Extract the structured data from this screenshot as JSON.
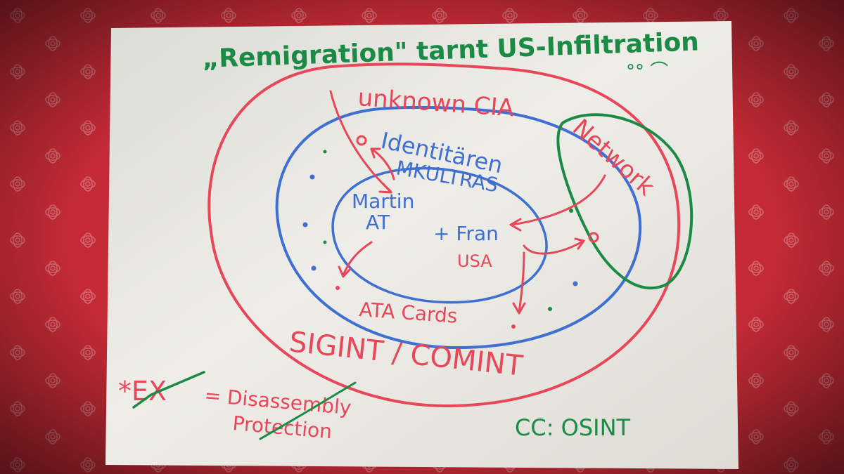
{
  "colors": {
    "tablecloth": "#c42a36",
    "tablecloth_dark": "#8e1820",
    "paper": "#ecebe6",
    "red_marker": "#e8475a",
    "blue_marker": "#3f6fd0",
    "green_marker": "#1b8a45"
  },
  "sketch": {
    "title": "„Remigration\" tarnt US-Infiltration",
    "frown_face": "°° ⌒",
    "outer_ring_label": "unknown CIA",
    "network_label": "Network",
    "identitarian_label": "Identitären",
    "mkultra_label": "MKULTRAS",
    "person1_name": "Martin",
    "person1_country": "AT",
    "person2_name": "+ Fran",
    "person2_country": "USA",
    "cards_label": "ATA Cards",
    "sigint_label": "SIGINT / COMINT",
    "ex_label": "*EX",
    "ex_note_line1": "= Disassembly",
    "ex_note_line2": "Protection",
    "cc_label": "CC: OSINT"
  }
}
